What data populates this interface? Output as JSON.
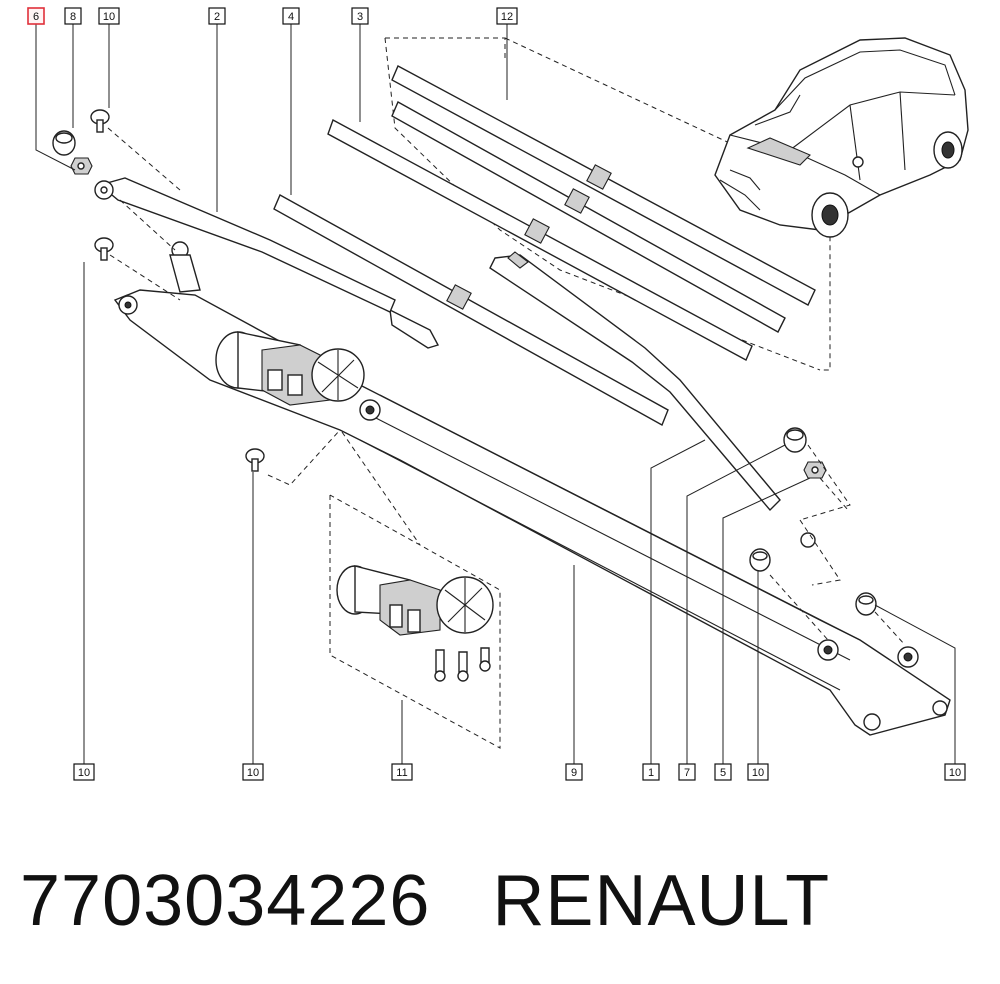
{
  "diagram": {
    "highlight_color": "#e0303a",
    "callouts_top": [
      "6",
      "8",
      "10",
      "2",
      "4",
      "3",
      "12"
    ],
    "callouts_bottom": [
      "10",
      "10",
      "11",
      "9",
      "1",
      "7",
      "5",
      "10",
      "10"
    ],
    "highlighted_callout": "6"
  },
  "caption": {
    "part_number": "7703034226",
    "brand": "RENAULT"
  }
}
